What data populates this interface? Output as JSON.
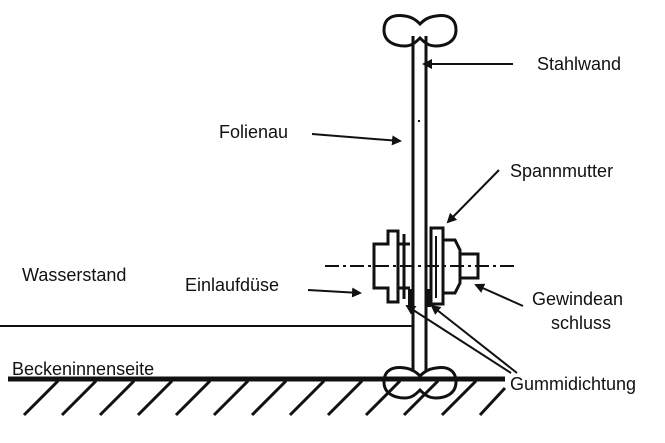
{
  "diagram": {
    "labels": {
      "stahlwand": "Stahlwand",
      "folienau": "Folienau",
      "spannmutter": "Spannmutter",
      "wasserstand": "Wasserstand",
      "einlaufduese": "Einlaufdüse",
      "gewindeanschluss_line1": "Gewindean",
      "gewindeanschluss_line2": "schluss",
      "beckeninnenseite": "Beckeninnenseite",
      "gummidichtung": "Gummidichtung"
    },
    "colors": {
      "line": "#111111",
      "background": "#ffffff"
    }
  }
}
